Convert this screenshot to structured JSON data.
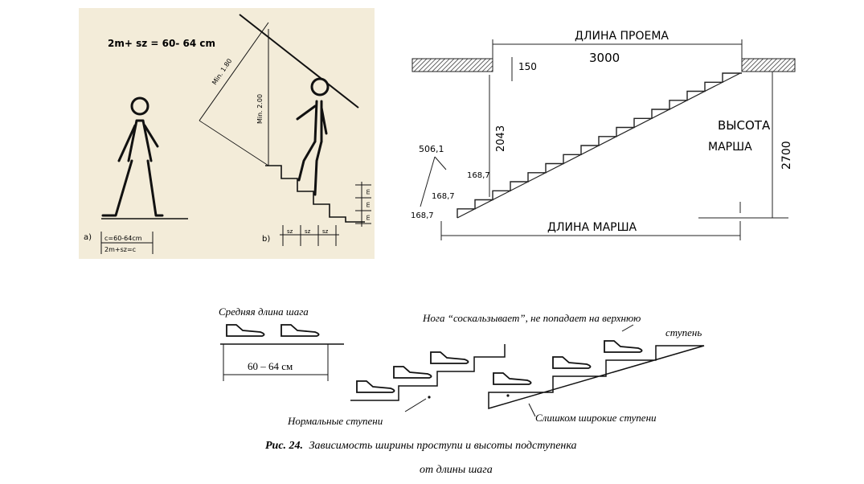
{
  "panel_a": {
    "formula": "2m+ sz = 60- 64 cm",
    "label_a": "a)",
    "label_b": "b)",
    "step_formula_top": "c=60-64cm",
    "step_formula_bottom": "2m+sz=c",
    "min180": "Min. 1.80",
    "min200": "Min. 2.00",
    "sz1": "sz",
    "sz2": "sz",
    "sz3": "sz",
    "m1": "m",
    "m2": "m",
    "m3": "m"
  },
  "panel_b": {
    "dlina_proema": "ДЛИНА ПРОЕМА",
    "opening_length": "3000",
    "dim_150": "150",
    "dim_2043": "2043",
    "dim_506": "506,1",
    "dim_1687a": "168,7",
    "dim_1687b": "168,7",
    "dim_1687c": "168,7",
    "vysota": "ВЫСОТА",
    "marsha": "МАРША",
    "dim_2700": "2700",
    "dlina_marsha": "ДЛИНА МАРША"
  },
  "panel_c": {
    "avg_step": "Средняя длина шага",
    "step_range": "60 – 64 см",
    "slip_line1": "Нога “соскальзывает”, не попадает на верхнюю",
    "slip_line2": "ступень",
    "normal_steps": "Нормальные ступени",
    "wide_steps": "Слишком широкие ступени",
    "caption_bold": "Рис. 24.",
    "caption_rest": "Зависимость ширины проступи и высоты подступенка",
    "caption_line2": "от длины шага"
  }
}
